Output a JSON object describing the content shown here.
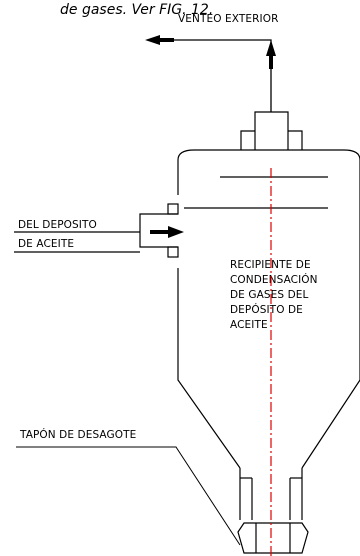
{
  "header_fragment": "de gases. Ver FIG. 12.",
  "labels": {
    "vent": "VENTEO EXTERIOR",
    "inlet_line1": "DEL DEPOSITO",
    "inlet_line2": "DE ACEITE",
    "vessel_line1": "RECIPIENTE DE",
    "vessel_line2": "CONDENSACIÓN",
    "vessel_line3": "DE GASES DEL",
    "vessel_line4": "DEPÓSITO DE",
    "vessel_line5": "ACEITE",
    "drain": "TAPÓN DE DESAGOTE"
  },
  "colors": {
    "line": "#000000",
    "centerline": "#e00000",
    "background": "#ffffff"
  }
}
